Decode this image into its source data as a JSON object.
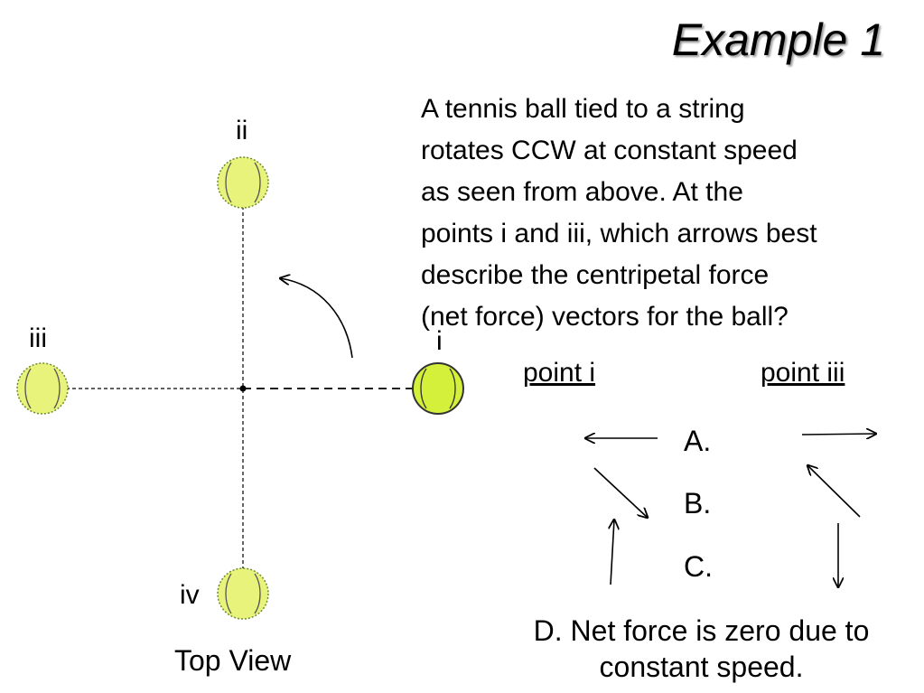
{
  "title": "Example 1",
  "question": "A tennis ball tied to a string\nrotates CCW at constant speed\nas seen from above.  At the\npoints i and iii, which arrows best\ndescribe the centripetal force\n(net force) vectors for the ball?",
  "labels": {
    "point_i": "i",
    "point_ii": "ii",
    "point_iii": "iii",
    "point_iv": "iv",
    "top_view": "Top View"
  },
  "columns": {
    "point_i": "point i",
    "point_iii": "point iii"
  },
  "choices": {
    "a": "A.",
    "b": "B.",
    "c": "C.",
    "d": "D. Net force is zero due to\nconstant speed."
  },
  "colors": {
    "ball_fill": "#e7f37a",
    "ball_highlight_fill": "#d4f03a",
    "ball_stroke": "#6f8a2a"
  },
  "icons": {
    "ball": "tennis-ball-icon",
    "rotation": "ccw-arrow-icon"
  }
}
